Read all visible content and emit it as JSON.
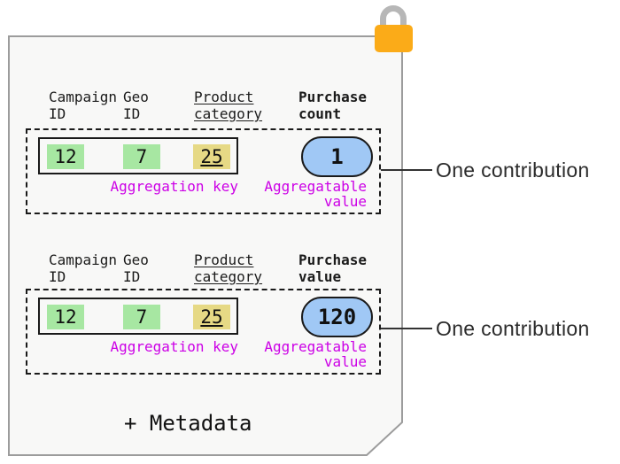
{
  "colors": {
    "cell-green": "#a7e7a2",
    "cell-yellow": "#e6d985",
    "pill-blue": "#a0c8f5",
    "label-magenta": "#cc00e6",
    "lock-orange": "#fbab18",
    "lock-gray": "#b7b7b7",
    "sheet-fill": "#f8f8f7",
    "sheet-stroke": "#9c9c9c"
  },
  "sections": [
    {
      "headers": {
        "campaign": "Campaign\nID",
        "geo": "Geo\nID",
        "product": "Product\ncategory",
        "measure": "Purchase\ncount"
      },
      "cells": {
        "campaign_id": "12",
        "geo_id": "7",
        "product_category": "25"
      },
      "key_label": "Aggregation key",
      "value_label": "Aggregatable\nvalue",
      "value": "1",
      "annotation": "One contribution"
    },
    {
      "headers": {
        "campaign": "Campaign\nID",
        "geo": "Geo\nID",
        "product": "Product\ncategory",
        "measure": "Purchase\nvalue"
      },
      "cells": {
        "campaign_id": "12",
        "geo_id": "7",
        "product_category": "25"
      },
      "key_label": "Aggregation key",
      "value_label": "Aggregatable\nvalue",
      "value": "120",
      "annotation": "One contribution"
    }
  ],
  "footer": {
    "metadata_label": "+ Metadata"
  }
}
